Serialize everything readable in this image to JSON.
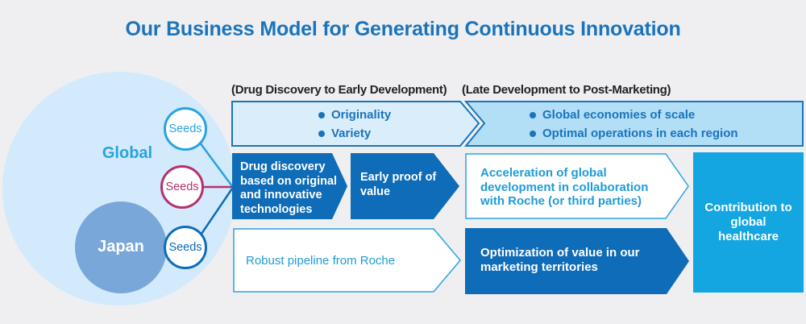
{
  "title": "Our Business Model for Generating Continuous Innovation",
  "venn": {
    "global_label": "Global",
    "japan_label": "Japan",
    "seeds": [
      {
        "label": "Seeds"
      },
      {
        "label": "Seeds"
      },
      {
        "label": "Seeds"
      }
    ]
  },
  "phases": [
    {
      "header": "(Drug Discovery to Early Development)",
      "bullets": [
        "Originality",
        "Variety"
      ]
    },
    {
      "header": "(Late Development to Post-Marketing)",
      "bullets": [
        "Global economies of scale",
        "Optimal operations in each region"
      ]
    }
  ],
  "flow": {
    "drug_discovery": "Drug discovery based on original and innovative technologies",
    "early_proof": "Early proof of value",
    "acceleration": "Acceleration of global development in collaboration with Roche (or third parties)",
    "robust_pipeline": "Robust pipeline from Roche",
    "optimization": "Optimization of value in our marketing territories",
    "contribution": "Contribution to global healthcare"
  },
  "colors": {
    "title_blue": "#1a74bc",
    "dark_blue_arrow": "#0e6cb8",
    "cyan_accent": "#29a3e0",
    "magenta_accent": "#b5306f",
    "banner_border": "#1b75bc",
    "banner_left_fill": "#d9edfb",
    "banner_right_fill": "#b2def6",
    "big_circle_fill": "#d2eafb",
    "japan_circle_fill": "#7aa7d9",
    "contribution_box_fill": "#13a6e1",
    "background": "#efeff1"
  }
}
